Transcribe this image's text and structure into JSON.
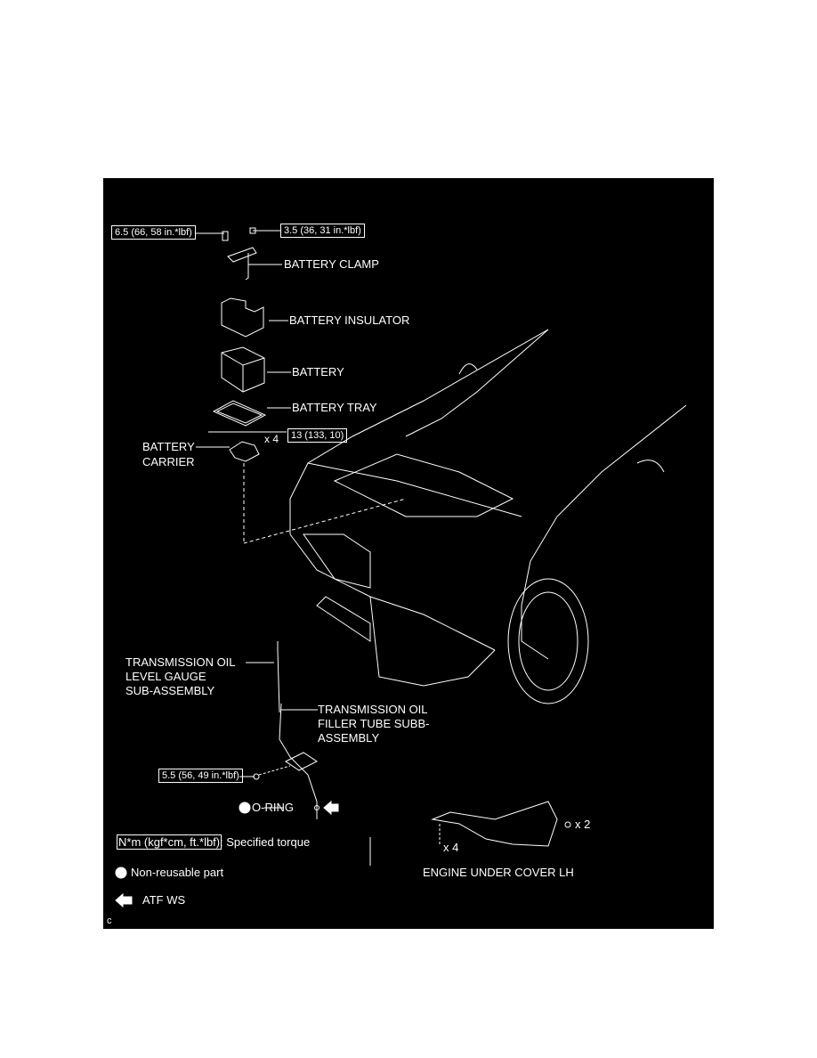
{
  "torque_specs": {
    "clamp_bolt": "6.5 (66, 58 in.*lbf)",
    "clamp_nut": "3.5 (36, 31 in.*lbf)",
    "carrier_bolt": "13 (133, 10)",
    "carrier_qty": "x 4",
    "filler_tube_bolt": "5.5 (56, 49 in.*lbf)"
  },
  "parts": {
    "battery_clamp": "BATTERY CLAMP",
    "battery_insulator": "BATTERY INSULATOR",
    "battery": "BATTERY",
    "battery_tray": "BATTERY TRAY",
    "battery_carrier_1": "BATTERY",
    "battery_carrier_2": "CARRIER",
    "gauge_1": "TRANSMISSION OIL",
    "gauge_2": "LEVEL GAUGE",
    "gauge_3": "SUB-ASSEMBLY",
    "filler_1": "TRANSMISSION OIL",
    "filler_2": "FILLER TUBE SUBB-",
    "filler_3": "ASSEMBLY",
    "o_ring": "O-RING",
    "under_cover": "ENGINE UNDER COVER LH",
    "under_cover_qty_a": "x 2",
    "under_cover_qty_b": "x 4"
  },
  "legend": {
    "torque_unit": "N*m (kgf*cm, ft.*lbf)",
    "torque_desc": ": Specified torque",
    "non_reusable": "Non-reusable part",
    "atf": "ATF WS"
  },
  "corner_mark": "c",
  "colors": {
    "background": "#000000",
    "ink": "#ffffff",
    "page": "#ffffff"
  }
}
